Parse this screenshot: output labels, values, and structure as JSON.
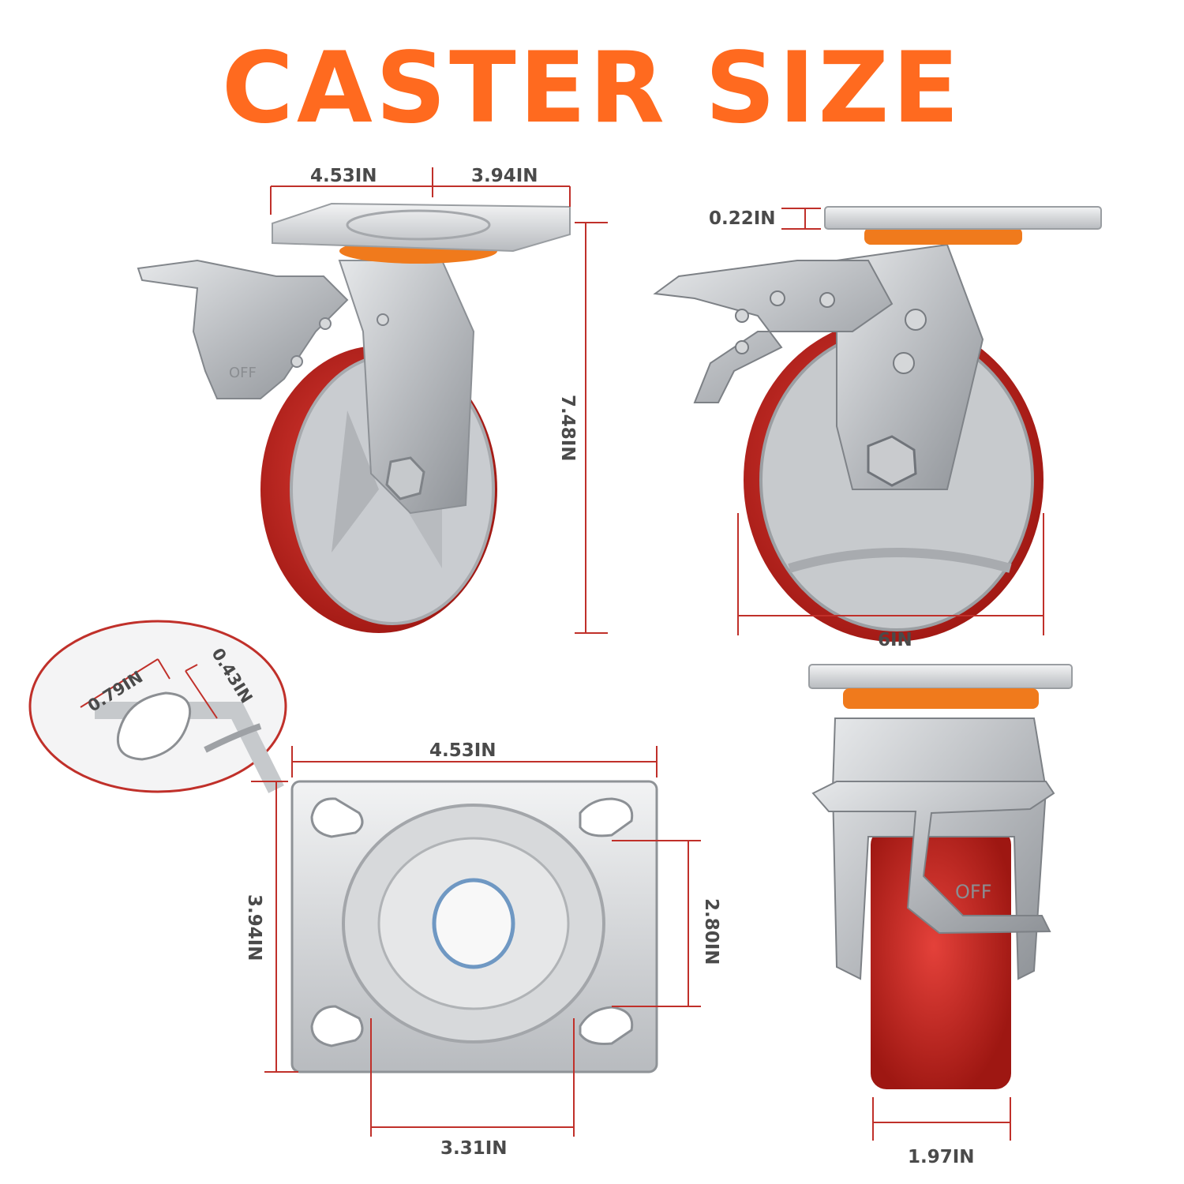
{
  "title": "CASTER SIZE",
  "colors": {
    "title": "#ff6a1f",
    "dimension_line": "#c0302a",
    "wheel_tread": "#c8231e",
    "plate_ring": "#f07a1c",
    "metal": "#b9bcc0"
  },
  "dimensions": {
    "top_plate_length": "4.53IN",
    "top_plate_width": "3.94IN",
    "overall_height": "7.48IN",
    "plate_thickness": "0.22IN",
    "wheel_diameter": "6IN",
    "slot_length": "0.79IN",
    "slot_width": "0.43IN",
    "plate_length": "4.53IN",
    "plate_width": "3.94IN",
    "bolt_spacing_vertical": "2.80IN",
    "bolt_spacing_horizontal": "3.31IN",
    "wheel_width": "1.97IN"
  },
  "brake_label": "OFF"
}
